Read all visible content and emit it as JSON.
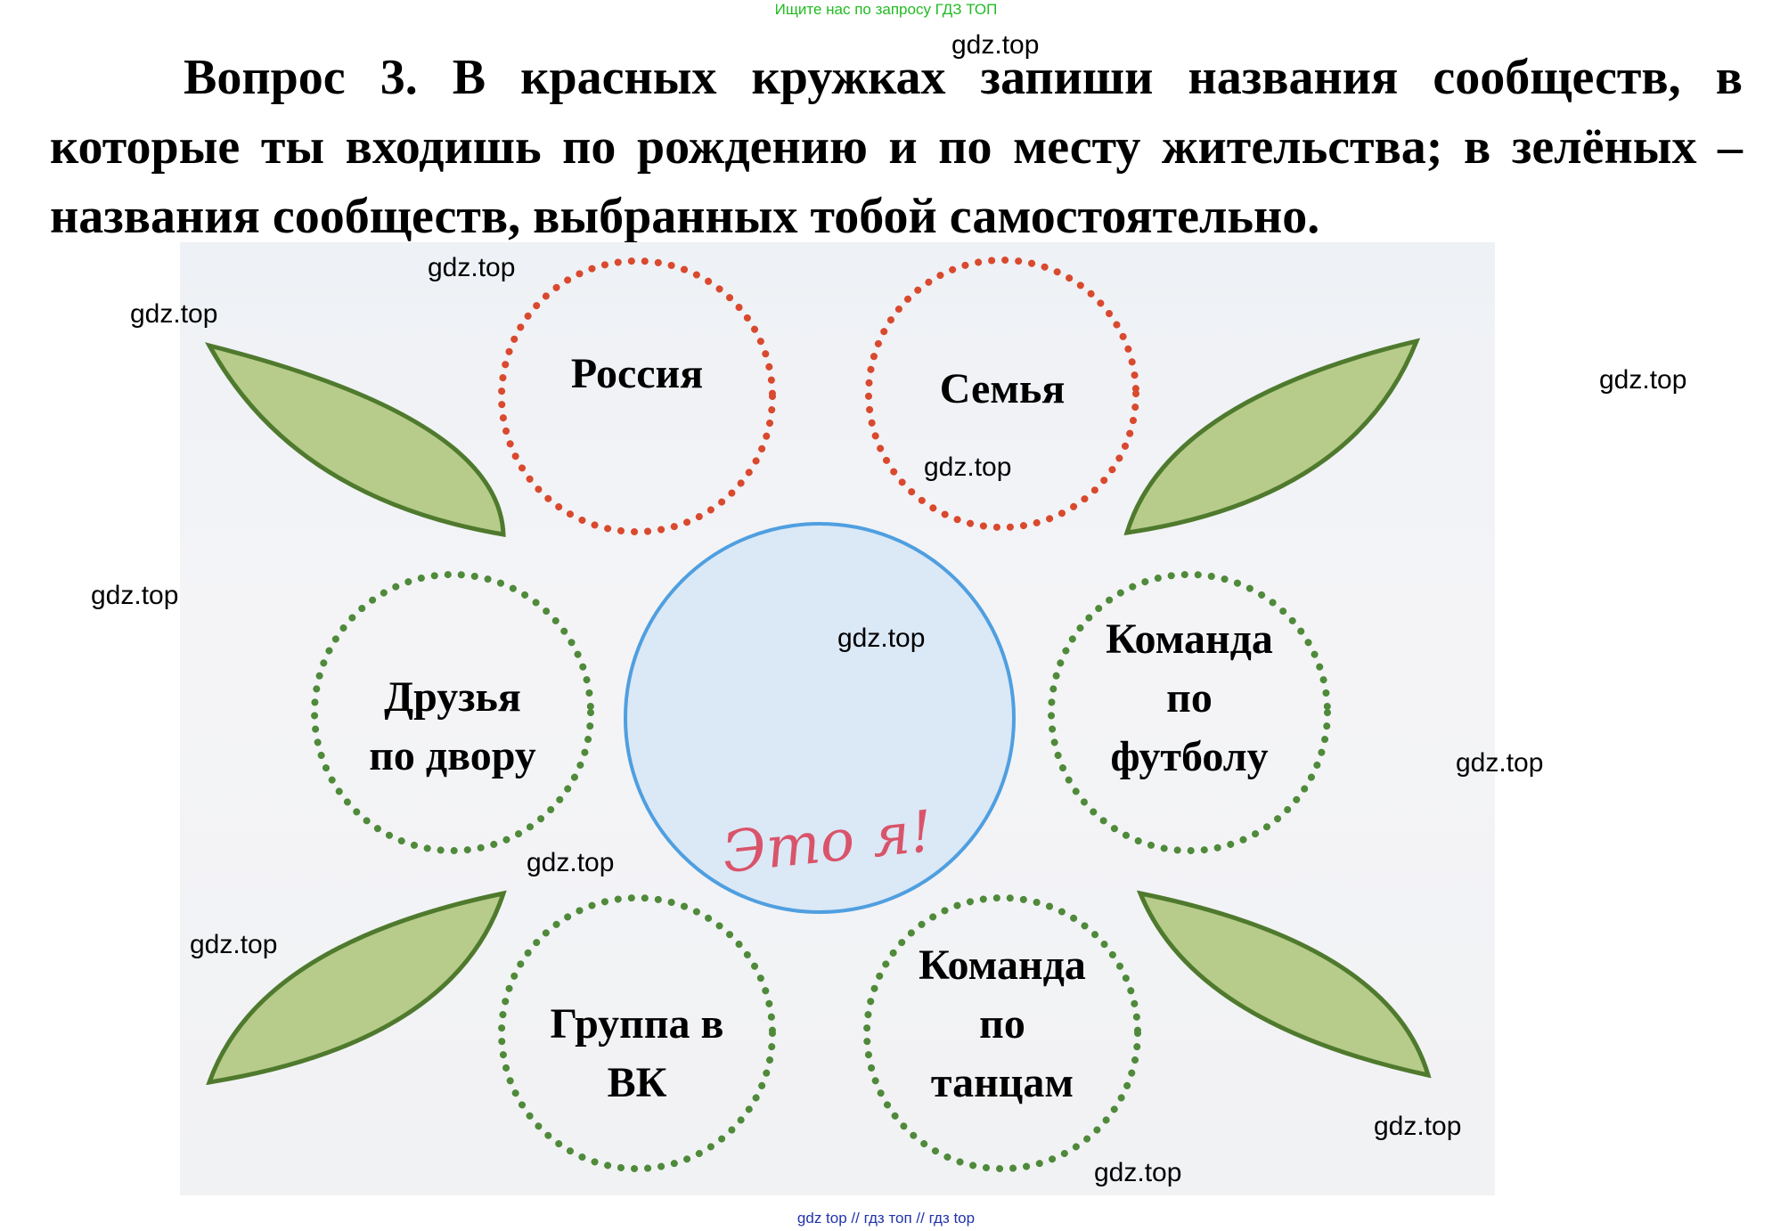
{
  "header_note": "Ищите нас по запросу ГДЗ ТОП",
  "question": "Вопрос 3. В красных кружках запиши названия сообществ, в которые ты входишь по рождению и по месту жительства; в зелёных – названия сообществ, выбранных тобой самостоятельно.",
  "circles": {
    "red_1": "Россия",
    "red_2": "Семья",
    "green_left": "Друзья\nпо двору",
    "green_right": "Команда\nпо\nфутболу",
    "green_bottom_left": "Группа в\nВК",
    "green_bottom_right": "Команда\nпо\nтанцам"
  },
  "center_label": "Это я!",
  "watermarks": [
    "gdz.top",
    "gdz.top",
    "gdz.top",
    "gdz.top",
    "gdz.top",
    "gdz.top",
    "gdz.top",
    "gdz.top",
    "gdz.top",
    "gdz.top",
    "gdz.top",
    "gdz.top"
  ],
  "footer_note": "gdz top  //  гдз топ  //  гдз top",
  "colors": {
    "red_dots": "#d9492e",
    "green_dots": "#4f8a3a",
    "center_circle": "#4f9fe0",
    "center_fill": "#dbe8f6",
    "leaf_fill": "#b7cc8a",
    "leaf_stroke": "#4f7a2e"
  }
}
